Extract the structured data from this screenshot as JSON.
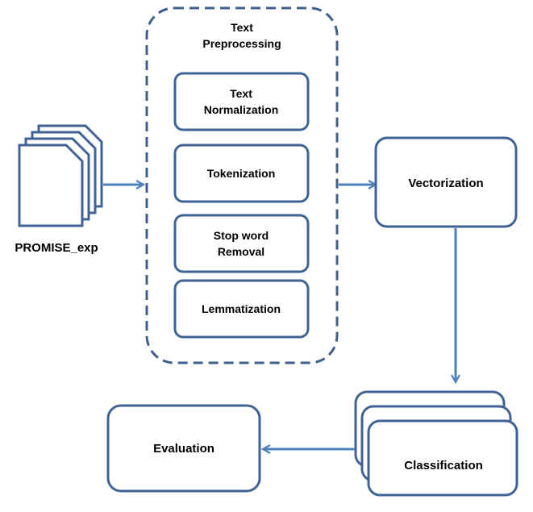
{
  "dataset": {
    "label": "PROMISE_exp",
    "icon": "document-stack-icon"
  },
  "preprocessing": {
    "title_line1": "Text",
    "title_line2": "Preprocessing",
    "steps": [
      {
        "line1": "Text",
        "line2": "Normalization"
      },
      {
        "line1": "Tokenization",
        "line2": ""
      },
      {
        "line1": "Stop word",
        "line2": "Removal"
      },
      {
        "line1": "Lemmatization",
        "line2": ""
      }
    ]
  },
  "vectorization": {
    "label": "Vectorization"
  },
  "classification": {
    "label": "Classification"
  },
  "evaluation": {
    "label": "Evaluation"
  },
  "colors": {
    "box_border": "#3f6494",
    "arrow": "#4f81bd",
    "dashed_border": "#3f5f8c",
    "text": "#000000",
    "doc_fill": "#ffffff"
  }
}
